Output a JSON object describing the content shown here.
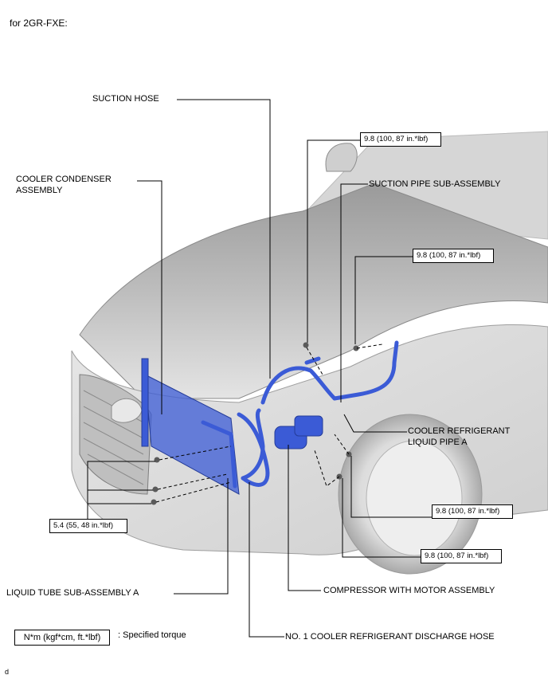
{
  "header": {
    "title": "for 2GR-FXE:"
  },
  "labels": {
    "suction_hose": "SUCTION HOSE",
    "cooler_condenser": "COOLER CONDENSER\nASSEMBLY",
    "suction_pipe": "SUCTION PIPE SUB-ASSEMBLY",
    "cooler_liquid_pipe": "COOLER REFRIGERANT\nLIQUID PIPE A",
    "liquid_tube": "LIQUID TUBE SUB-ASSEMBLY A",
    "compressor": "COMPRESSOR WITH MOTOR ASSEMBLY",
    "discharge_hose": "NO. 1 COOLER REFRIGERANT DISCHARGE HOSE"
  },
  "torques": {
    "t1": "9.8 (100, 87 in.*lbf)",
    "t2": "9.8 (100, 87 in.*lbf)",
    "t3": "5.4 (55, 48 in.*lbf)",
    "t4": "9.8 (100, 87 in.*lbf)",
    "t5": "9.8 (100, 87 in.*lbf)"
  },
  "legend": {
    "unit": "N*m (kgf*cm, ft.*lbf)",
    "text": ": Specified torque"
  },
  "figure_code": "d",
  "colors": {
    "part_blue": "#3b5bd6",
    "body_gray": "#d9d9d9",
    "line": "#000000"
  }
}
